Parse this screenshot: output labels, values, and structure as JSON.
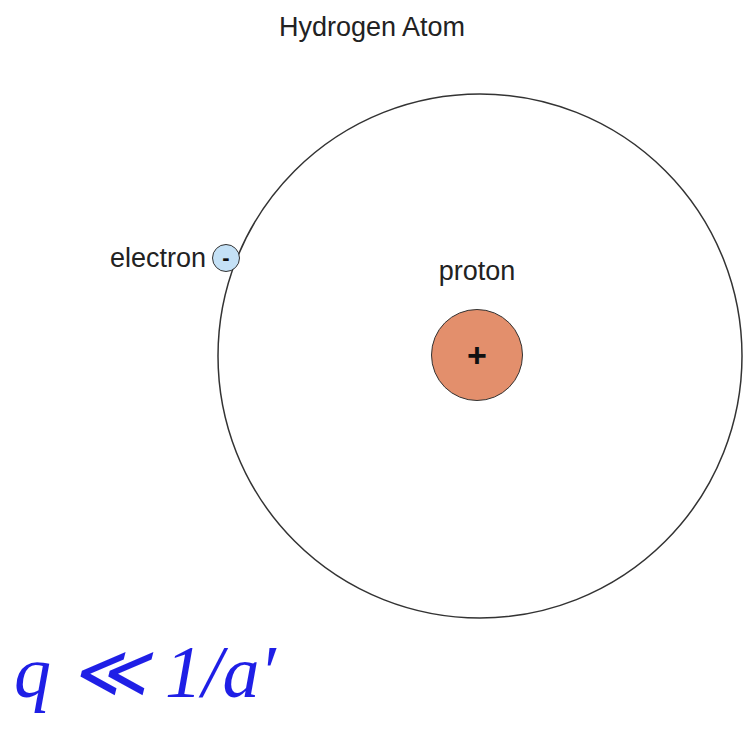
{
  "diagram": {
    "title": "Hydrogen Atom",
    "nodes": [
      {
        "text": [
          "electron",
          "-"
        ]
      },
      {
        "text": [
          "proton",
          "+"
        ]
      }
    ],
    "labels": [
      "q ≪ 1/a′"
    ]
  }
}
